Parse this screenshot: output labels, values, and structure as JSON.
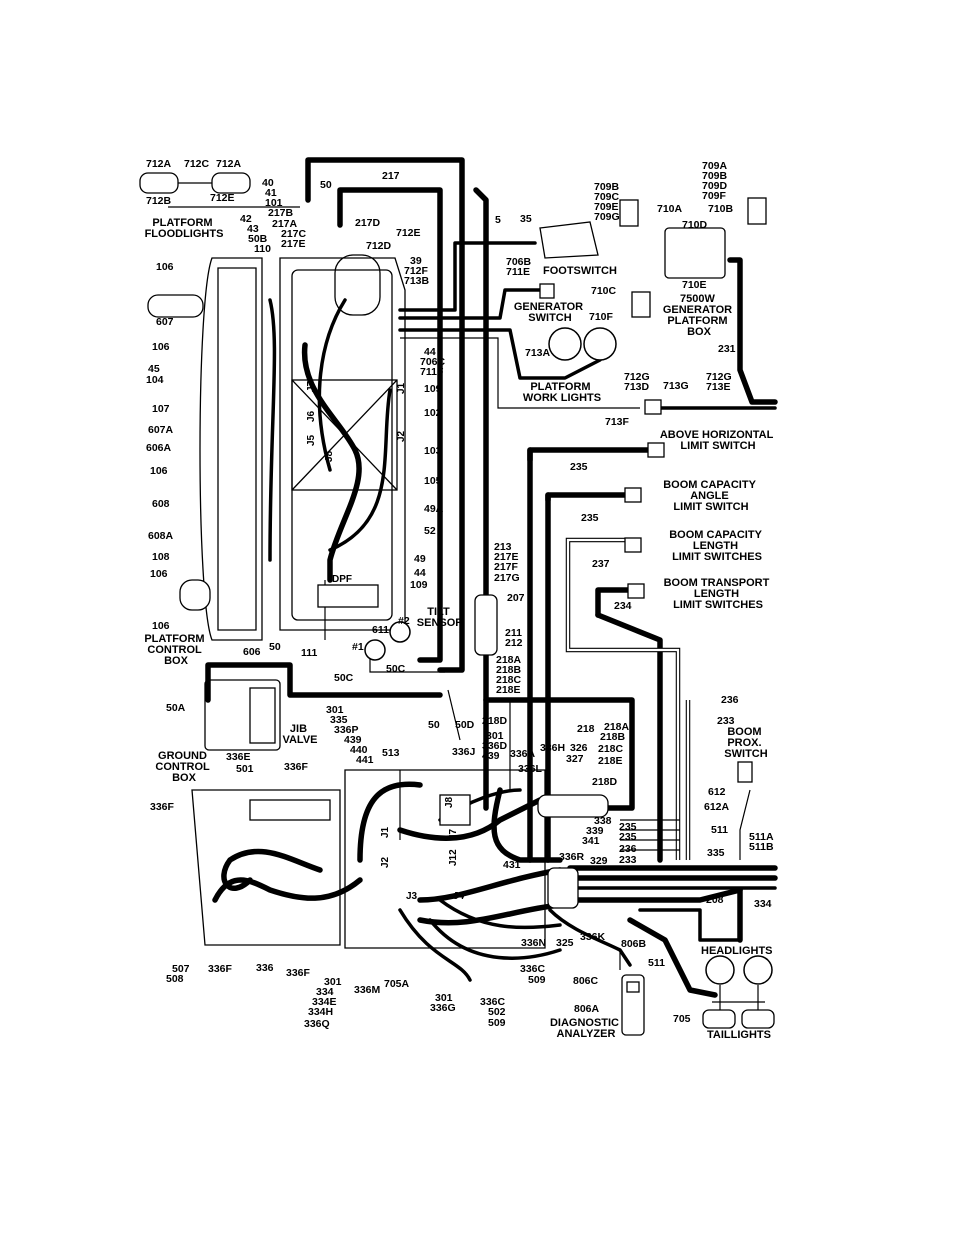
{
  "labels": {
    "platform_floodlights": [
      "PLATFORM",
      "FLOODLIGHTS"
    ],
    "footswitch": "FOOTSWITCH",
    "generator_switch": [
      "GENERATOR",
      "SWITCH"
    ],
    "generator_box": [
      "7500W",
      "GENERATOR",
      "PLATFORM",
      "BOX"
    ],
    "platform_work_lights": [
      "PLATFORM",
      "WORK LIGHTS"
    ],
    "above_horizontal": [
      "ABOVE HORIZONTAL",
      "LIMIT SWITCH"
    ],
    "boom_capacity_angle": [
      "BOOM CAPACITY",
      "ANGLE",
      "LIMIT SWITCH"
    ],
    "boom_capacity_length": [
      "BOOM CAPACITY",
      "LENGTH",
      "LIMIT SWITCHES"
    ],
    "boom_transport": [
      "BOOM TRANSPORT",
      "LENGTH",
      "LIMIT SWITCHES"
    ],
    "tilt_sensor": [
      "TILT",
      "SENSOR"
    ],
    "platform_control_box": [
      "PLATFORM",
      "CONTROL",
      "BOX"
    ],
    "jib_valve": [
      "JIB",
      "VALVE"
    ],
    "ground_control_box": [
      "GROUND",
      "CONTROL",
      "BOX"
    ],
    "boom_prox_switch": [
      "BOOM",
      "PROX.",
      "SWITCH"
    ],
    "headlights": "HEADLIGHTS",
    "taillights": "TAILLIGHTS",
    "diagnostic_analyzer": [
      "DIAGNOSTIC",
      "ANALYZER"
    ],
    "dpf": "DPF",
    "sensor_1": "#1",
    "sensor_2": "#2"
  },
  "connectors": {
    "j7": "J7",
    "j1": "J1",
    "j6": "J6",
    "j5": "J5",
    "j2": "J2",
    "j8": "J8",
    "g_j8": "J8",
    "g_j1": "J1",
    "g_j7": "J7",
    "g_j12": "J12",
    "g_j2": "J2",
    "g_j3": "J3",
    "g_j4": "J4"
  },
  "wires": {
    "w712a_l": "712A",
    "w712c": "712C",
    "w712a_r": "712A",
    "w712b": "712B",
    "w712e_top": "712E",
    "w40": "40",
    "w41": "41",
    "w101": "101",
    "w217b": "217B",
    "w42": "42",
    "w217a": "217A",
    "w43": "43",
    "w50b": "50B",
    "w217c": "217C",
    "w217e": "217E",
    "w110": "110",
    "w50_top": "50",
    "w217_top": "217",
    "w217d": "217D",
    "w712d": "712D",
    "w712e": "712E",
    "w39": "39",
    "w712f": "712F",
    "w713b": "713B",
    "w5": "5",
    "w35": "35",
    "w706b": "706B",
    "w711e": "711E",
    "w709b": "709B",
    "w709c": "709C",
    "w709e": "709E",
    "w709g": "709G",
    "w709a": "709A",
    "w709b2": "709B",
    "w709d": "709D",
    "w709f": "709F",
    "w710a": "710A",
    "w710b": "710B",
    "w710d": "710D",
    "w710c": "710C",
    "w710e": "710E",
    "w710f": "710F",
    "w231": "231",
    "w713a": "713A",
    "w712g_l": "712G",
    "w713d": "713D",
    "w713g": "713G",
    "w712g_r": "712G",
    "w713e": "713E",
    "w713f": "713F",
    "w106_a": "106",
    "w607": "607",
    "w106_b": "106",
    "w45": "45",
    "w104": "104",
    "w107": "107",
    "w607a": "607A",
    "w606a": "606A",
    "w106_c": "106",
    "w608": "608",
    "w608a": "608A",
    "w108": "108",
    "w106_d": "106",
    "w106_e": "106",
    "w44_top": "44",
    "w706c": "706C",
    "w711f": "711F",
    "w109_top": "109",
    "w102": "102",
    "w103": "103",
    "w105": "105",
    "w49a": "49A",
    "w52": "52",
    "w49": "49",
    "w44": "44",
    "w109": "109",
    "w235_a": "235",
    "w235_b": "235",
    "w237": "237",
    "w234": "234",
    "w213": "213",
    "w217e_m": "217E",
    "w217f": "217F",
    "w217g": "217G",
    "w207": "207",
    "w211": "211",
    "w212": "212",
    "w218a": "218A",
    "w218b": "218B",
    "w218c": "218C",
    "w218e": "218E",
    "w611": "611",
    "w50c_a": "50C",
    "w50c_b": "50C",
    "w606": "606",
    "w50_m": "50",
    "w111": "111",
    "w50a": "50A",
    "w50_b": "50",
    "w50d": "50D",
    "w218d": "218D",
    "w301": "301",
    "w335": "335",
    "w336p": "336P",
    "w439": "439",
    "w440": "440",
    "w441": "441",
    "w513": "513",
    "w336j": "336J",
    "w301b": "301",
    "w336d": "336D",
    "w439b": "439",
    "w336a": "336A",
    "w336l": "336L",
    "w336h": "336H",
    "w326": "326",
    "w327": "327",
    "w218_r": "218",
    "w218a_r": "218A",
    "w218b_r": "218B",
    "w218c_r": "218C",
    "w218e_r": "218E",
    "w218d_r": "218D",
    "w236": "236",
    "w233": "233",
    "w336e": "336E",
    "w501": "501",
    "w336f_a": "336F",
    "w336f_b": "336F",
    "w338": "338",
    "w339": "339",
    "w341": "341",
    "w235_c": "235",
    "w235_d": "235",
    "w236_b": "236",
    "w233_b": "233",
    "w335_b": "335",
    "w431": "431",
    "w336r": "336R",
    "w329": "329",
    "w612": "612",
    "w612a": "612A",
    "w511_r": "511",
    "w511a": "511A",
    "w511b": "511B",
    "w208": "208",
    "w334": "334",
    "w507": "507",
    "w508": "508",
    "w336f_c": "336F",
    "w336": "336",
    "w336f_d": "336F",
    "w301c": "301",
    "w334b": "334",
    "w334e": "334E",
    "w334h": "334H",
    "w336q": "336Q",
    "w336m": "336M",
    "w705a": "705A",
    "w301d": "301",
    "w336g": "336G",
    "w336c": "336C",
    "w502": "502",
    "w509": "509",
    "w336c_b": "336C",
    "w509_b": "509",
    "w336n": "336N",
    "w325": "325",
    "w336k": "336K",
    "w806b": "806B",
    "w806c": "806C",
    "w806a": "806A",
    "w511": "511",
    "w705": "705"
  },
  "colors": {
    "ink": "#000000",
    "paper": "#ffffff"
  }
}
